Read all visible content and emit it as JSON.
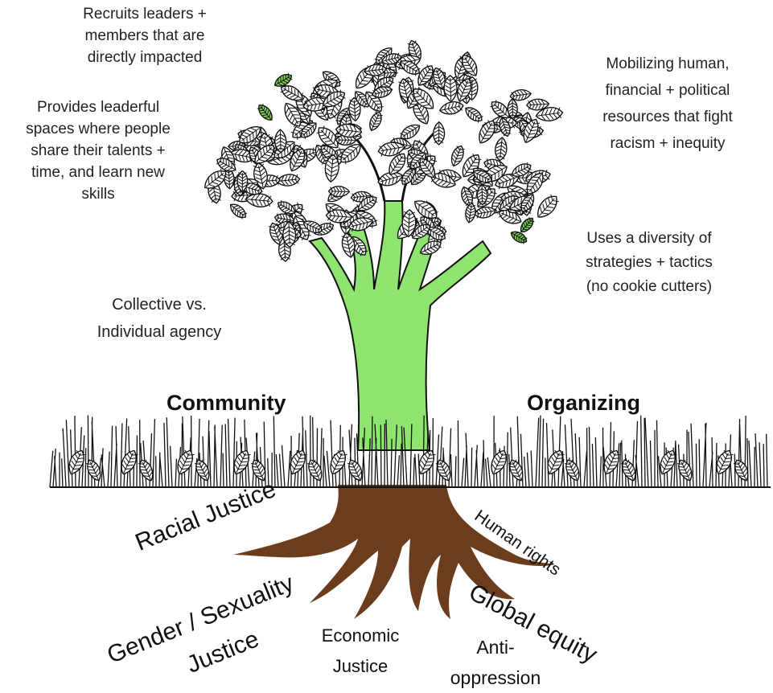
{
  "colors": {
    "trunk": "#8fe36f",
    "root": "#6b3d1d",
    "outline": "#111111",
    "leaf_accent": "#7ed957"
  },
  "labels": {
    "recruits": [
      "Recruits leaders +",
      "members that are",
      "directly impacted"
    ],
    "leaderful": [
      "Provides leaderful",
      "spaces where people",
      "share their talents +",
      "time, and learn new",
      "skills"
    ],
    "collective": [
      "Collective vs.",
      "Individual agency"
    ],
    "mobilizing": [
      "Mobilizing human,",
      "financial + political",
      "resources that fight",
      "racism + inequity"
    ],
    "diversity": [
      "Uses a diversity of",
      "strategies + tactics",
      "(no cookie cutters)"
    ]
  },
  "headings": {
    "left": "Community",
    "right": "Organizing"
  },
  "roots": {
    "racial": "Racial Justice",
    "gender_line1": "Gender / Sexuality",
    "gender_line2": "Justice",
    "economic": [
      "Economic",
      "Justice"
    ],
    "human_rights": "Human rights",
    "global": "Global equity",
    "anti": [
      "Anti-",
      "oppression"
    ]
  }
}
